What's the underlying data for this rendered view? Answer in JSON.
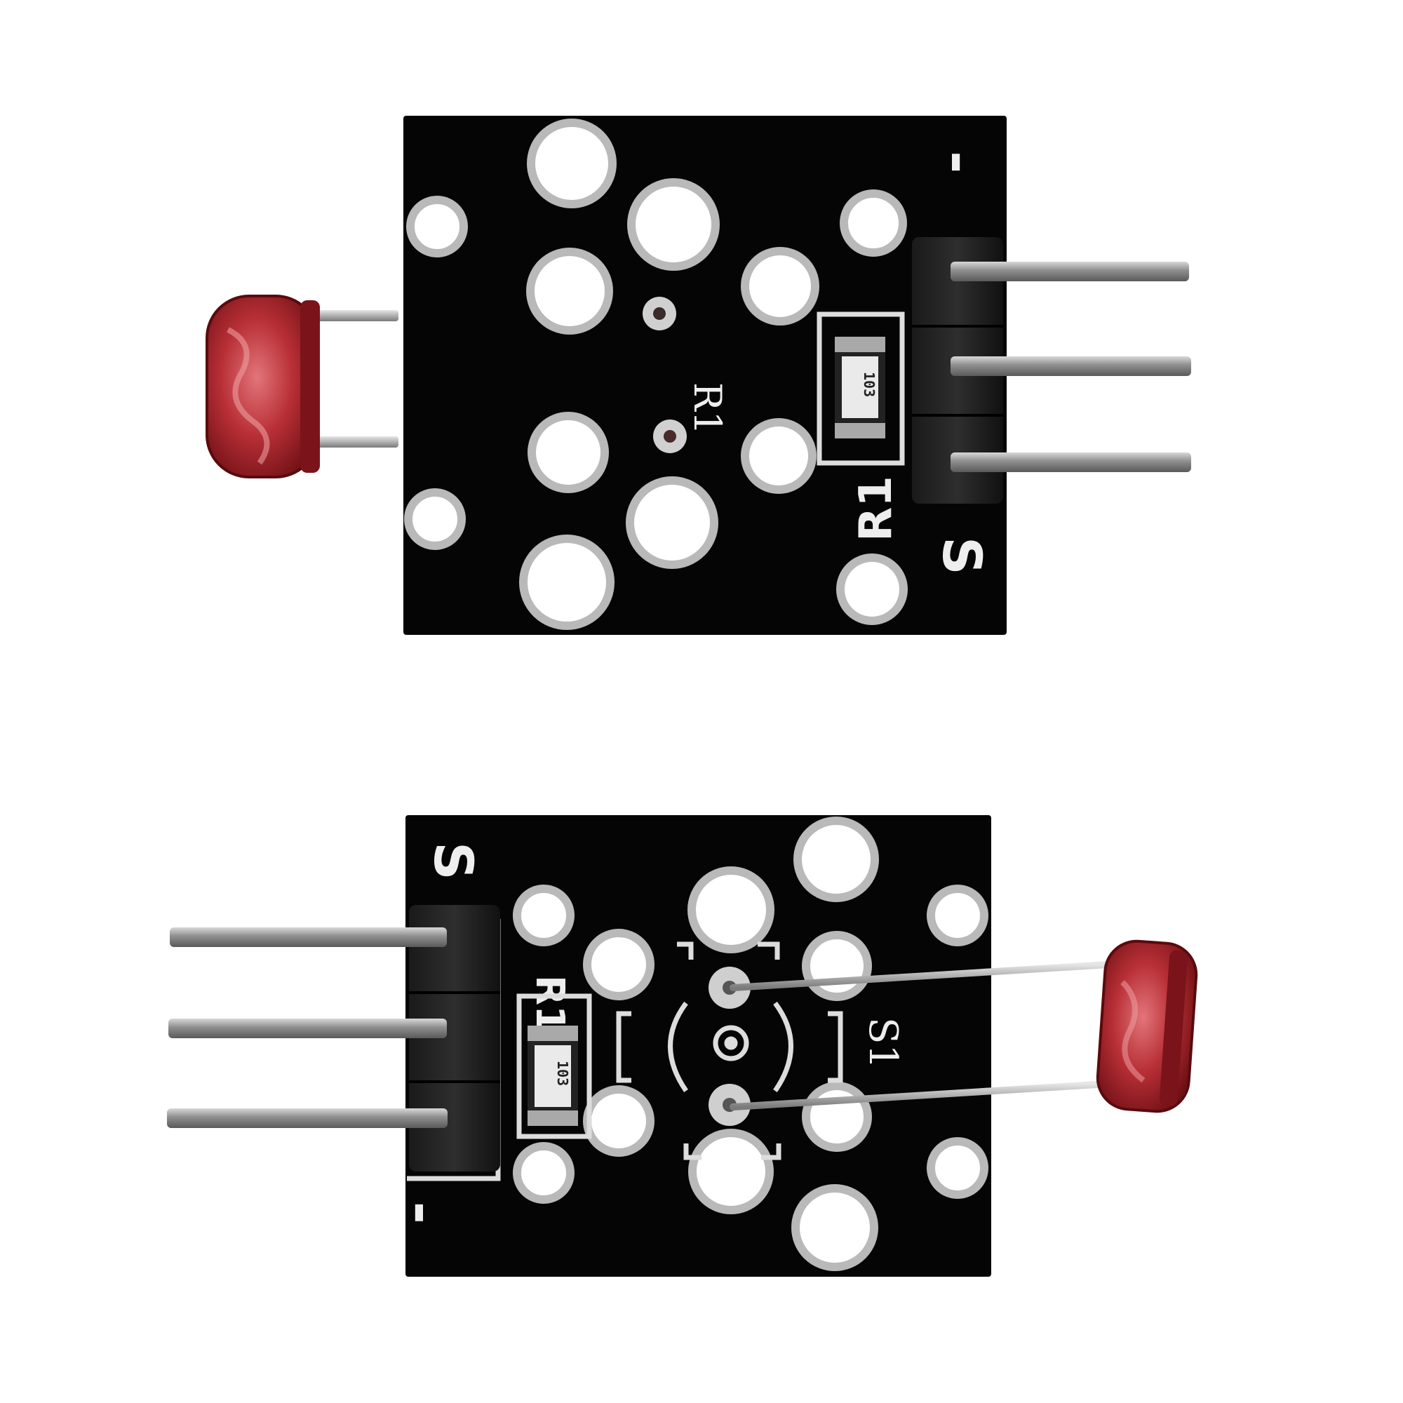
{
  "scene": {
    "description_free": true,
    "background_color": "#ffffff",
    "pcb_color": "#050505",
    "pad_color": "#b9b9b9",
    "pin_color": "#9a9a9a",
    "ldr_color": "#b3262b"
  },
  "top_module": {
    "pin_minus_label": "-",
    "pin_signal_label": "S",
    "resistor_label": "R1",
    "center_label": "R1",
    "resistor_code": "103"
  },
  "bottom_module": {
    "pin_signal_label": "S",
    "pin_minus_label": "-",
    "resistor_label": "R1",
    "sensor_label": "S1",
    "resistor_code": "103"
  },
  "icons": {
    "sensor": "photoresistor-icon",
    "header": "pin-header-icon",
    "resistor": "smd-resistor-icon"
  }
}
